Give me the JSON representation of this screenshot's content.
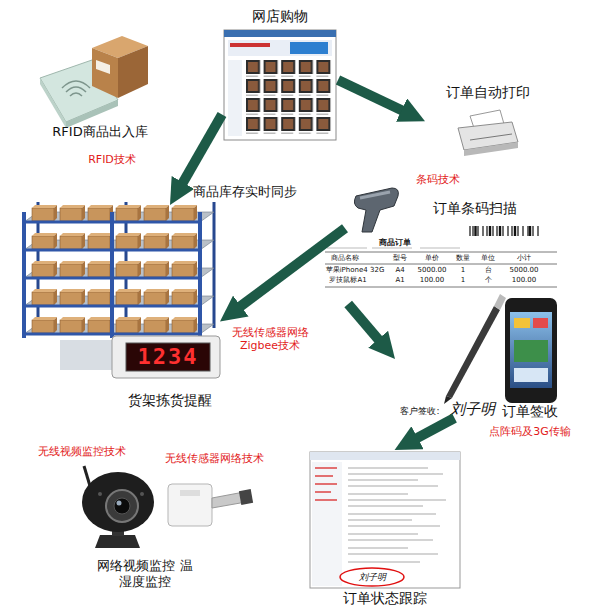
{
  "diagram": {
    "nodes": [
      {
        "text": [
          "网店购物"
        ]
      },
      {
        "text": [
          "RFID商品出入库"
        ]
      },
      {
        "text": [
          "订单自动打印"
        ]
      },
      {
        "text": [
          "订单条码扫描"
        ]
      },
      {
        "text": [
          "商品订单"
        ]
      },
      {
        "text": [
          "货架拣货提醒"
        ]
      },
      {
        "text": [
          "订单签收"
        ]
      },
      {
        "text": [
          "网络视频监控 温湿度监控"
        ]
      },
      {
        "text": [
          "订单状态跟踪"
        ]
      }
    ],
    "edges": [
      {
        "from": 0,
        "to": 5,
        "arrow": "to",
        "label": "商品库存实时同步"
      },
      {
        "from": 0,
        "to": 2,
        "arrow": "to"
      },
      {
        "from": 3,
        "to": 5,
        "arrow": "to"
      },
      {
        "from": 4,
        "to": 6,
        "arrow": "to"
      },
      {
        "from": 6,
        "to": 8,
        "arrow": "to"
      }
    ],
    "labels": [
      "RFID技术",
      "条码技术",
      "无线传感器网络 Zigbee技术",
      "1234",
      "商品名称",
      "型号",
      "单价",
      "数量",
      "单位",
      "小计",
      "苹果iPhone4 32G",
      "A4",
      "5000.00",
      "1",
      "台",
      "5000.00",
      "罗技鼠标A1",
      "A1",
      "100.00",
      "1",
      "个",
      "100.00",
      "客户签收:",
      "刘子明",
      "点阵码及3G传输",
      "无线视频监控技术",
      "无线传感器网络技术",
      "刘子明"
    ]
  }
}
